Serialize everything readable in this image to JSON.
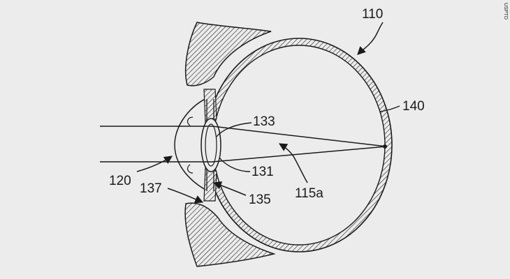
{
  "labels": {
    "eye": "110",
    "cornea": "120",
    "lens": "131",
    "lens_surface": "133",
    "iris": "135",
    "ciliary": "137",
    "retina": "140",
    "optical_path": "115a"
  },
  "side_mark": "USPTO",
  "colors": {
    "background": "#ececec",
    "line": "#1a1a1a",
    "hatch": "#2a2a2a"
  }
}
